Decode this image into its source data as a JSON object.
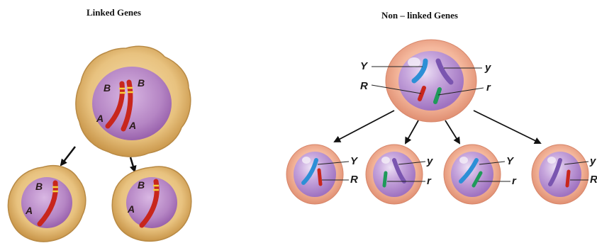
{
  "titles": {
    "linked": "Linked Genes",
    "nonlinked": "Non – linked Genes"
  },
  "linked": {
    "parent_labels": {
      "b_left": "B",
      "b_right": "B",
      "a_left": "A",
      "a_right": "A"
    },
    "daughter_left_labels": {
      "b": "B",
      "a": "A"
    },
    "daughter_right_labels": {
      "b": "B",
      "a": "A"
    }
  },
  "nonlinked": {
    "parent_labels": {
      "Y": "Y",
      "y": "y",
      "R": "R",
      "r": "r"
    },
    "daughter_1_labels": {
      "top": "Y",
      "bottom": "R"
    },
    "daughter_2_labels": {
      "top": "y",
      "bottom": "r"
    },
    "daughter_3_labels": {
      "top": "Y",
      "bottom": "r"
    },
    "daughter_4_labels": {
      "top": "y",
      "bottom": "R"
    }
  },
  "colors": {
    "linked_cell": "#e9c98a",
    "linked_cell_edge": "#c99a4e",
    "nucleus": "#b07bc0",
    "nonlinked_cell": "#f2b59a",
    "chromosome_red": "#c8261c",
    "chromosome_blue": "#2d8fd6",
    "chromosome_purple": "#7a55b0",
    "chromosome_green": "#1f9a5a",
    "band_yellow": "#f4d03f"
  }
}
